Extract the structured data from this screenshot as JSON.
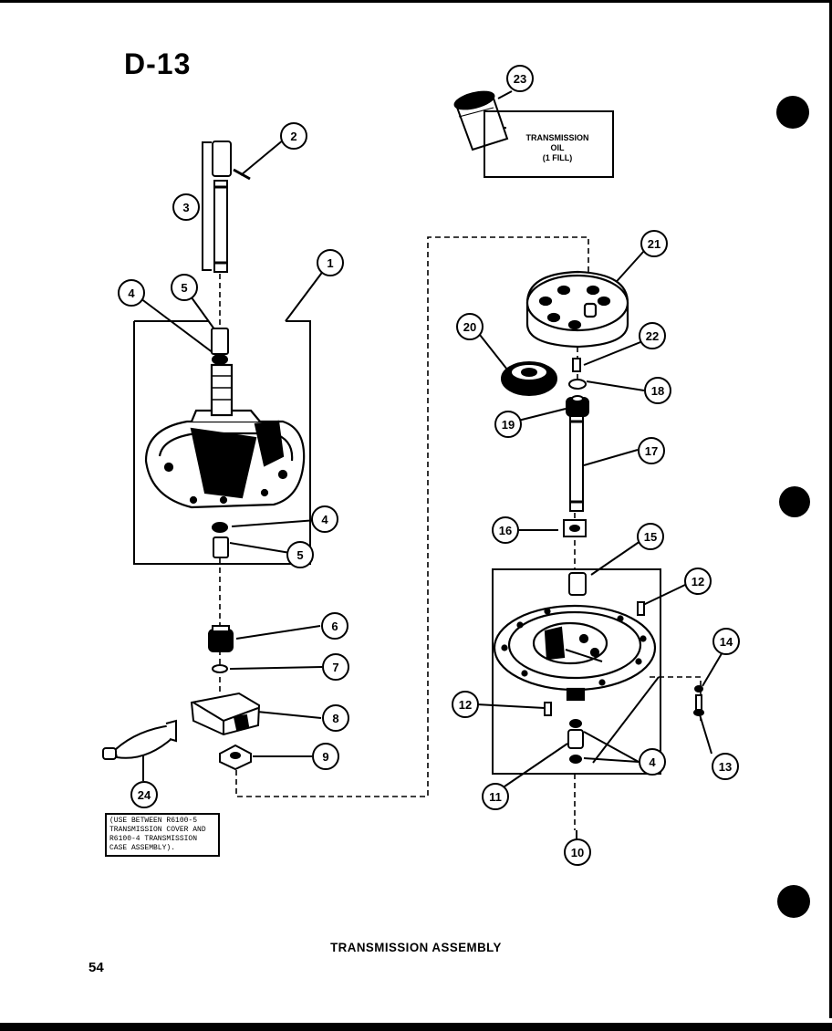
{
  "page": {
    "code": "D-13",
    "caption": "TRANSMISSION ASSEMBLY",
    "page_number": "54"
  },
  "oil_note": {
    "line1": "TRANSMISSION",
    "line2": "OIL",
    "line3": "(1 FILL)"
  },
  "usage_note": "(USE BETWEEN R6100-5\nTRANSMISSION COVER AND\nR6100-4 TRANSMISSION\nCASE ASSEMBLY).",
  "callouts": {
    "c1": "1",
    "c2": "2",
    "c3": "3",
    "c4a": "4",
    "c4b": "4",
    "c4c": "4",
    "c5a": "5",
    "c5b": "5",
    "c6": "6",
    "c7": "7",
    "c8": "8",
    "c9": "9",
    "c10": "10",
    "c11": "11",
    "c12a": "12",
    "c12b": "12",
    "c13": "13",
    "c14": "14",
    "c15": "15",
    "c16": "16",
    "c17": "17",
    "c18": "18",
    "c19": "19",
    "c20": "20",
    "c21": "21",
    "c22": "22",
    "c23": "23",
    "c24": "24"
  }
}
